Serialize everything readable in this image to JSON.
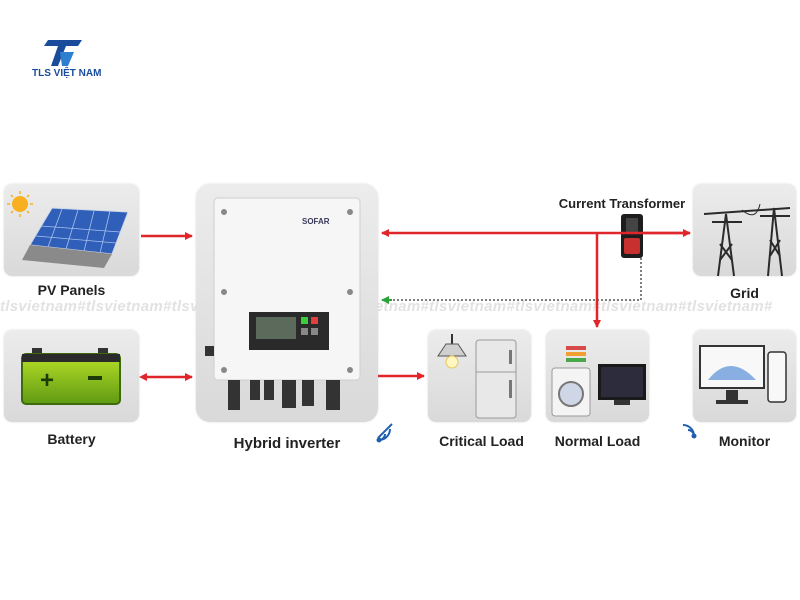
{
  "logo": {
    "text": "TLS VIỆT NAM",
    "mark": "T"
  },
  "watermark": "tlsvietnam#tlsvietnam#tlsvietnam#tlsvietnam#tlsvietnam#tlsvietnam#tlsvietnam#tlsvietnam#tlsvietnam#",
  "nodes": {
    "pv_panels": "PV Panels",
    "battery": "Battery",
    "hybrid_inverter": "Hybrid inverter",
    "inverter_brand": "SOFAR",
    "current_transformer": "Current Transformer",
    "grid": "Grid",
    "critical_load": "Critical Load",
    "normal_load": "Normal Load",
    "monitor": "Monitor"
  },
  "colors": {
    "power_flow": "#e0262b",
    "data_flow": "#2aa33a",
    "logo_blue": "#1a4c9c"
  },
  "icons": [
    "sun-icon",
    "solar-panel-icon",
    "battery-icon",
    "inverter-icon",
    "current-clamp-icon",
    "pylon-icon",
    "lamp-icon",
    "fridge-icon",
    "washing-machine-icon",
    "tv-icon",
    "computer-monitor-icon",
    "wifi-icon"
  ]
}
